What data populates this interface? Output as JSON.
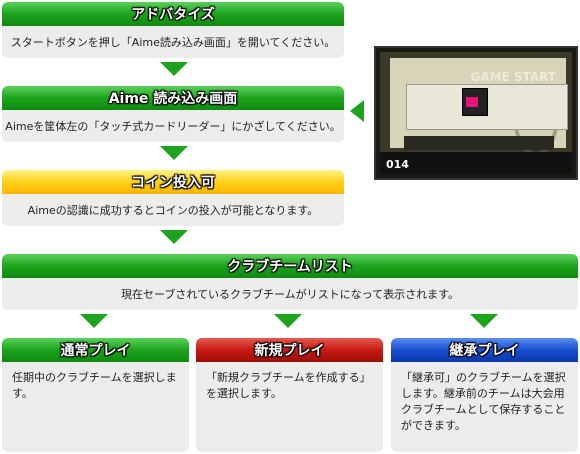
{
  "steps": {
    "advertise": {
      "title": "アドバタイズ",
      "text": "スタートボタンを押し「Aime読み込み画面」を開いてください。"
    },
    "aime": {
      "title": "Aime 読み込み画面",
      "text": "Aimeを筐体左の「タッチ式カードリーダー」にかざしてください。"
    },
    "coin": {
      "title": "コイン投入可",
      "text": "Aimeの認識に成功するとコインの投入が可能となります。"
    },
    "club": {
      "title": "クラブチームリスト",
      "text": "現在セーブされているクラブチームがリストになって表示されます。"
    }
  },
  "options": {
    "normal": {
      "title": "通常プレイ",
      "text": "任期中のクラブチームを選択します。"
    },
    "new": {
      "title": "新規プレイ",
      "text": "「新規クラブチームを作成する」を選択します。"
    },
    "inherit": {
      "title": "継承プレイ",
      "text": "「継承可」のクラブチームを選択します。継承前のチームは大会用クラブチームとして保存することができます。"
    }
  },
  "screenshot": {
    "game_start": "GAME START",
    "counter": "014"
  },
  "colors": {
    "green": "#1ea31e",
    "yellow": "#ffd21a",
    "red": "#c71a12",
    "blue": "#1a4fd1",
    "panel": "#ececec"
  }
}
